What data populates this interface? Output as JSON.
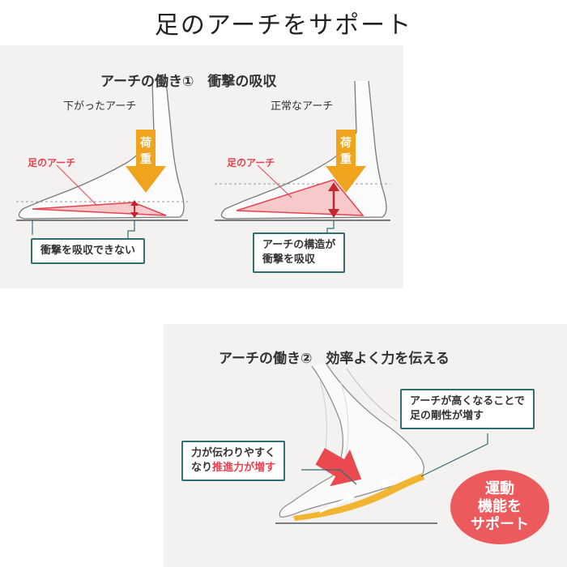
{
  "title": "足のアーチをサポート",
  "panel1": {
    "heading": "アーチの働き①　衝撃の吸収",
    "left": {
      "caption": "下がったアーチ",
      "arch_label": "足のアーチ",
      "load_label": [
        "荷",
        "重"
      ],
      "callout": "衝撃を吸収できない"
    },
    "right": {
      "caption": "正常なアーチ",
      "arch_label": "足のアーチ",
      "load_label": [
        "荷",
        "重"
      ],
      "callout_line1": "アーチの構造が",
      "callout_line2": "衝撃を吸収"
    }
  },
  "panel2": {
    "heading": "アーチの働き②　効率よく力を伝える",
    "callout_left_line1": "力が伝わりやすく",
    "callout_left_line2_prefix": "なり",
    "callout_left_line2_highlight": "推進力が増す",
    "callout_right_line1": "アーチが高くなることで",
    "callout_right_line2": "足の剛性が増す",
    "badge_lines": [
      "運動",
      "機能を",
      "サポート"
    ]
  },
  "colors": {
    "panel_bg": "#f3f2f1",
    "accent_red": "#e8414e",
    "load_orange": "#f0a41e",
    "callout_border": "#2f6f70",
    "badge": "#ed5a5e"
  }
}
